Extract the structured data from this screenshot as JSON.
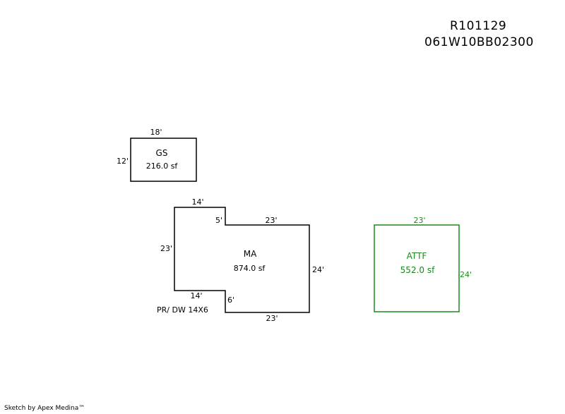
{
  "header": {
    "account_id": "R101129",
    "map_number": "061W10BB02300"
  },
  "colors": {
    "black": "#000000",
    "green": "#1a8a1a"
  },
  "areas": {
    "gs": {
      "name": "GS",
      "area": "216.0 sf",
      "dim_top": "18'",
      "dim_left": "12'"
    },
    "ma": {
      "name": "MA",
      "area": "874.0 sf",
      "dim_top_left": "14'",
      "dim_step_up": "5'",
      "dim_top_right": "23'",
      "dim_left": "23'",
      "dim_right": "24'",
      "dim_bottom_left": "14'",
      "dim_step_down": "6'",
      "dim_bottom_right": "23'",
      "note": "PR/ DW 14X6"
    },
    "attf": {
      "name": "ATTF",
      "area": "552.0 sf",
      "dim_top": "23'",
      "dim_right": "24'"
    }
  },
  "footer": {
    "credit": "Sketch by Apex Medina™"
  }
}
